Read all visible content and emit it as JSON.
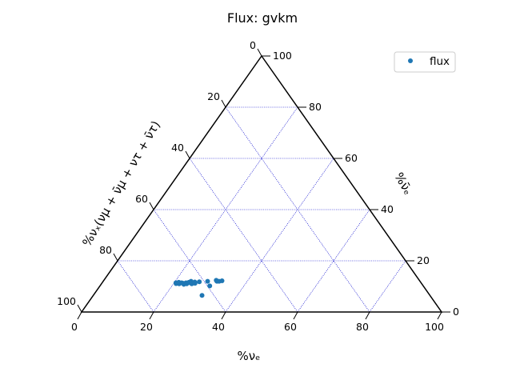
{
  "chart_data": {
    "type": "scatter",
    "subtype": "ternary",
    "title": "Flux: gvkm",
    "axes": {
      "bottom": {
        "label": "%ν_e",
        "label_display": "%νₑ",
        "ticks": [
          "0",
          "20",
          "40",
          "60",
          "80",
          "100"
        ]
      },
      "right": {
        "label": "%ν̄_e",
        "label_display": "%ν̄ₑ",
        "ticks": [
          "0",
          "20",
          "40",
          "60",
          "80",
          "100"
        ]
      },
      "left": {
        "label": "%ν_x(ν_μ + ν̄_μ + ν_τ + ν̄_τ)",
        "label_display": "%νₓ(νμ + ν̄μ + ντ + ν̄τ)",
        "ticks": [
          "0",
          "20",
          "40",
          "60",
          "80",
          "100"
        ]
      }
    },
    "range": [
      0,
      100
    ],
    "grid": true,
    "legend_position": "top-right",
    "series": [
      {
        "name": "flux",
        "color": "#1f77b4",
        "points": [
          {
            "nu_e": 20.5,
            "nubar_e": 11.4
          },
          {
            "nu_e": 20.7,
            "nubar_e": 11.1
          },
          {
            "nu_e": 21.2,
            "nubar_e": 11.6
          },
          {
            "nu_e": 21.6,
            "nubar_e": 11.0
          },
          {
            "nu_e": 22.1,
            "nubar_e": 11.4
          },
          {
            "nu_e": 22.6,
            "nubar_e": 11.2
          },
          {
            "nu_e": 23.0,
            "nubar_e": 10.8
          },
          {
            "nu_e": 23.3,
            "nubar_e": 11.4
          },
          {
            "nu_e": 23.7,
            "nubar_e": 11.0
          },
          {
            "nu_e": 24.0,
            "nubar_e": 11.6
          },
          {
            "nu_e": 24.4,
            "nubar_e": 12.0
          },
          {
            "nu_e": 24.7,
            "nubar_e": 11.3
          },
          {
            "nu_e": 25.1,
            "nubar_e": 11.0
          },
          {
            "nu_e": 25.6,
            "nubar_e": 11.7
          },
          {
            "nu_e": 25.9,
            "nubar_e": 11.2
          },
          {
            "nu_e": 26.8,
            "nubar_e": 11.8
          },
          {
            "nu_e": 29.0,
            "nubar_e": 12.0
          },
          {
            "nu_e": 31.2,
            "nubar_e": 12.4
          },
          {
            "nu_e": 31.6,
            "nubar_e": 12.0
          },
          {
            "nu_e": 32.2,
            "nubar_e": 12.0
          },
          {
            "nu_e": 32.9,
            "nubar_e": 12.2
          },
          {
            "nu_e": 30.5,
            "nubar_e": 10.2
          },
          {
            "nu_e": 30.2,
            "nubar_e": 6.5
          }
        ]
      }
    ]
  }
}
